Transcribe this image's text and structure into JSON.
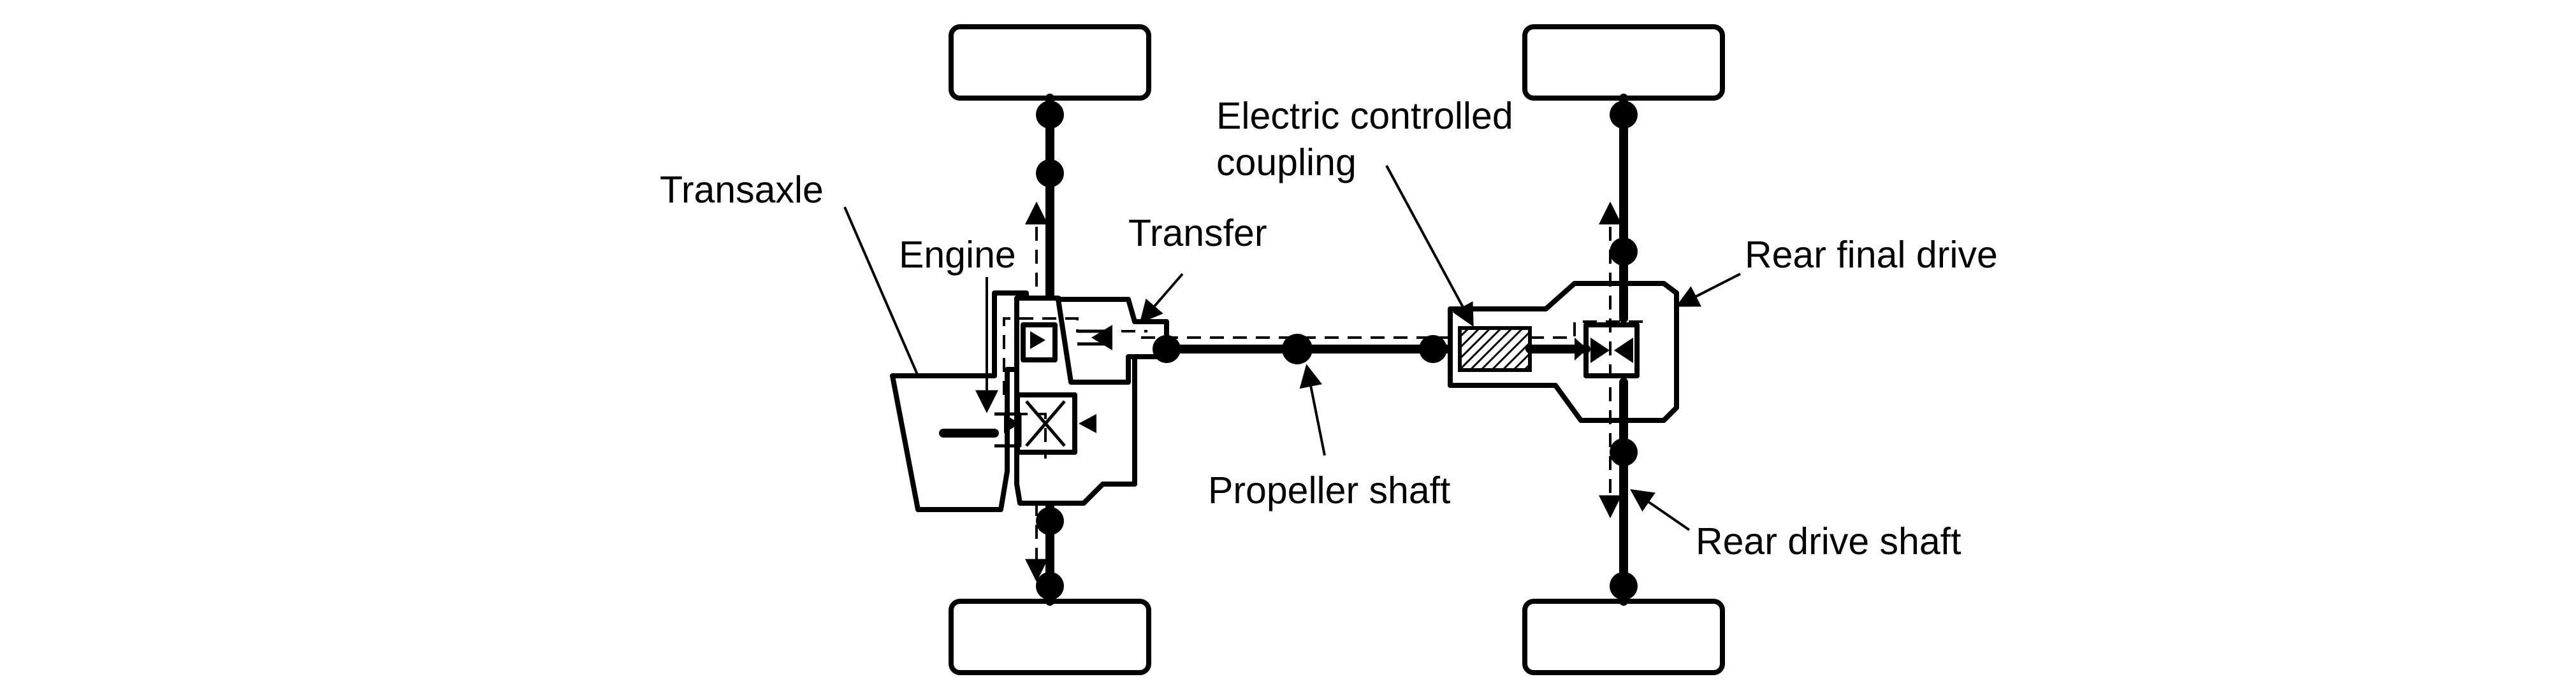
{
  "labels": {
    "transaxle": "Transaxle",
    "engine": "Engine",
    "transfer": "Transfer",
    "coupling_line1": "Electric controlled",
    "coupling_line2": "coupling",
    "rear_final_drive": "Rear final drive",
    "propeller_shaft": "Propeller shaft",
    "rear_drive_shaft": "Rear drive shaft"
  }
}
